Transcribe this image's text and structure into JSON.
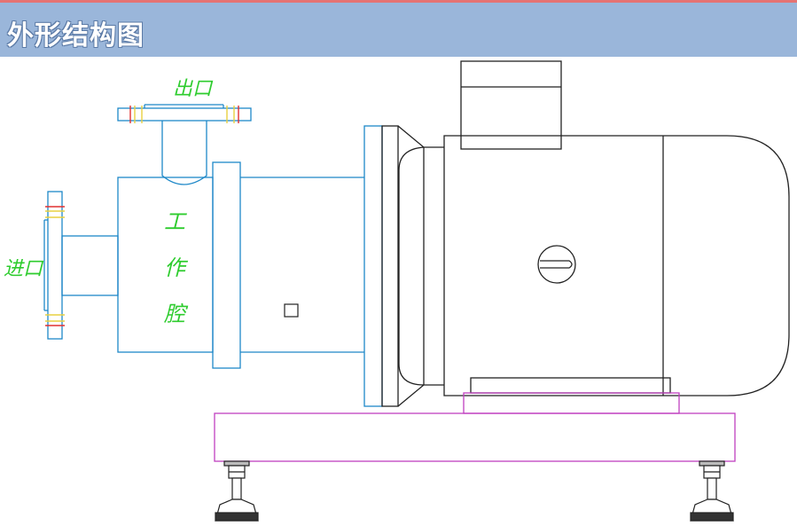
{
  "header": {
    "title": "外形结构图"
  },
  "labels": {
    "outlet": "出口",
    "inlet": "进口",
    "chamber_1": "工",
    "chamber_2": "作",
    "chamber_3": "腔"
  },
  "colors": {
    "title_bar": "#9ab6da",
    "pump_lines": "#1e88c8",
    "motor_lines": "#222222",
    "base_lines": "#c040c0",
    "label_text": "#2ecc2e"
  }
}
